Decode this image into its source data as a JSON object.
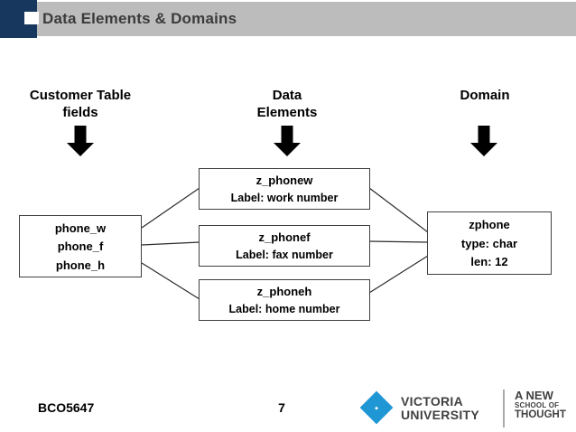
{
  "header": {
    "title": "Data Elements & Domains"
  },
  "diagram": {
    "column_headers": [
      {
        "line1": "Customer Table",
        "line2": "fields"
      },
      {
        "line1": "Data",
        "line2": "Elements"
      },
      {
        "line1": "Domain",
        "line2": ""
      }
    ],
    "customer_table_box": {
      "fields": [
        "phone_w",
        "phone_f",
        "phone_h"
      ]
    },
    "data_element_boxes": [
      {
        "name": "z_phonew",
        "label": "Label: work number"
      },
      {
        "name": "z_phonef",
        "label": "Label: fax number"
      },
      {
        "name": "z_phoneh",
        "label": "Label: home number"
      }
    ],
    "domain_box": {
      "name": "zphone",
      "type": "type: char",
      "len": "len: 12"
    }
  },
  "footer": {
    "course_code": "BCO5647",
    "page_number": "7",
    "logo": {
      "university_line1": "VICTORIA",
      "university_line2": "UNIVERSITY",
      "tagline_line1": "A NEW",
      "tagline_line2": "SCHOOL OF",
      "tagline_line3": "THOUGHT"
    }
  },
  "icons": {
    "column_arrows": "down-block-arrow",
    "logo_mark": "blue-diamond-with-white-dot"
  },
  "colors": {
    "header_navy": "#17375E",
    "header_gray": "#BCBCBC",
    "title_text": "#3B3B3B",
    "box_border": "#3F3F3F",
    "connector_line": "#2B2B2B",
    "arrow_black": "#000000",
    "vu_blue": "#1F97D4",
    "vu_dark": "#414042",
    "divider_gray": "#A7A9AC"
  }
}
